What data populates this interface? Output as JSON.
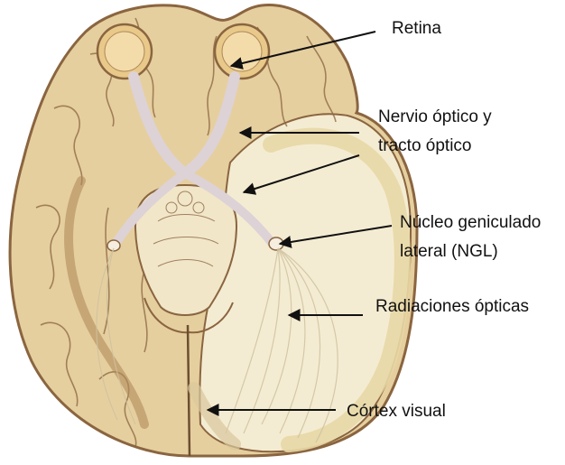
{
  "labels": {
    "retina": "Retina",
    "optic_nerve_line1": "Nervio óptico y",
    "optic_nerve_line2": "tracto óptico",
    "lgn_line1": "Núcleo geniculado",
    "lgn_line2": "lateral (NGL)",
    "radiations": "Radiaciones ópticas",
    "cortex": "Córtex visual"
  },
  "colors": {
    "brain_fill": "#e6cf9f",
    "brain_shadow": "#b08a5a",
    "gyrus_line": "#8a6540",
    "cut_surface": "#f4ecd2",
    "gray_matter": "#e8d8a6",
    "eye_fill": "#e9c98a",
    "optic_path": "#ddd2d6",
    "arrow": "#111111"
  }
}
